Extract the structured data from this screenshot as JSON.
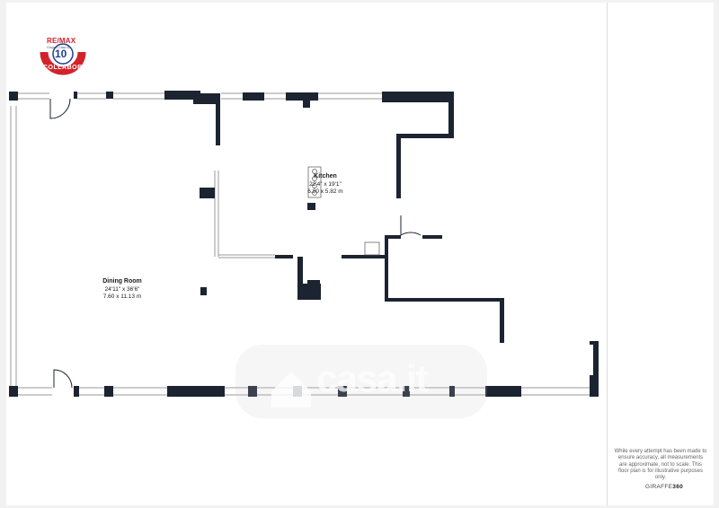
{
  "brand": {
    "logo_text": "RE/MAX",
    "logo_subtext": "Gruppo Casa 40",
    "badge_number": "10",
    "badge_word": "COLLABORO",
    "colors": {
      "red": "#d2232a",
      "blue": "#1c3f94"
    }
  },
  "rooms": [
    {
      "name": "Kitchen",
      "dim_imperial": "22'4\" x 19'1\"",
      "dim_metric": "6.80 x 5.82 m"
    },
    {
      "name": "Dining Room",
      "dim_imperial": "24'11\" x 36'6\"",
      "dim_metric": "7.60 x 11.13 m"
    }
  ],
  "disclaimer": "While every attempt has been made to ensure accuracy, all measurements are approximate, not to scale. This floor plan is for illustrative purposes only.",
  "credit": {
    "prefix": "GIRAFFE",
    "suffix": "360"
  },
  "watermark": "casa.it",
  "colors": {
    "wall": "#1c2331",
    "window": "#9a9a9a"
  }
}
